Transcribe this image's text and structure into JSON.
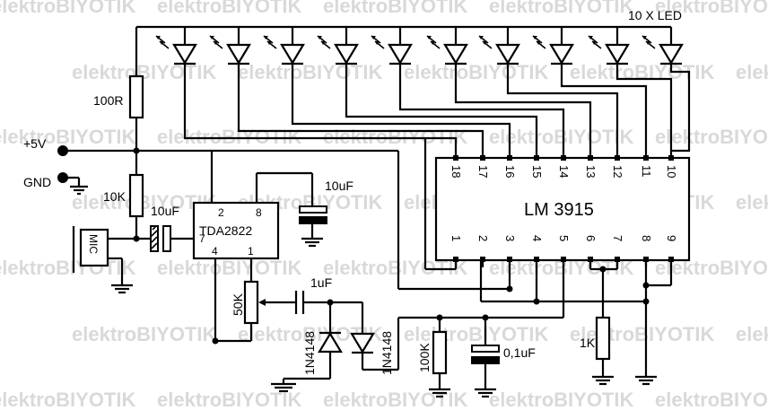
{
  "watermark": "elektroBIYOTIK",
  "led_array_label": "10 X LED",
  "ic_main": {
    "name": "LM 3915",
    "top_pins": [
      "18",
      "17",
      "16",
      "15",
      "14",
      "13",
      "12",
      "11",
      "10"
    ],
    "bottom_pins": [
      "1",
      "2",
      "3",
      "4",
      "5",
      "6",
      "7",
      "8",
      "9"
    ]
  },
  "ic_amp": {
    "name": "TDA2822",
    "pins": {
      "p2": "2",
      "p8": "8",
      "p7": "7",
      "p4": "4",
      "p1": "1"
    }
  },
  "supply": {
    "vcc": "+5V",
    "gnd": "GND"
  },
  "components": {
    "r_100r": "100R",
    "r_10k": "10K",
    "c_10uf_coupling": "10uF",
    "c_10uf_supply": "10uF",
    "mic": "MIC",
    "pot_50k": "50K",
    "c_1uf": "1uF",
    "diode_1": "1N4148",
    "diode_2": "1N4148",
    "r_100k": "100K",
    "c_0_1uf": "0,1uF",
    "r_1k": "1K"
  }
}
